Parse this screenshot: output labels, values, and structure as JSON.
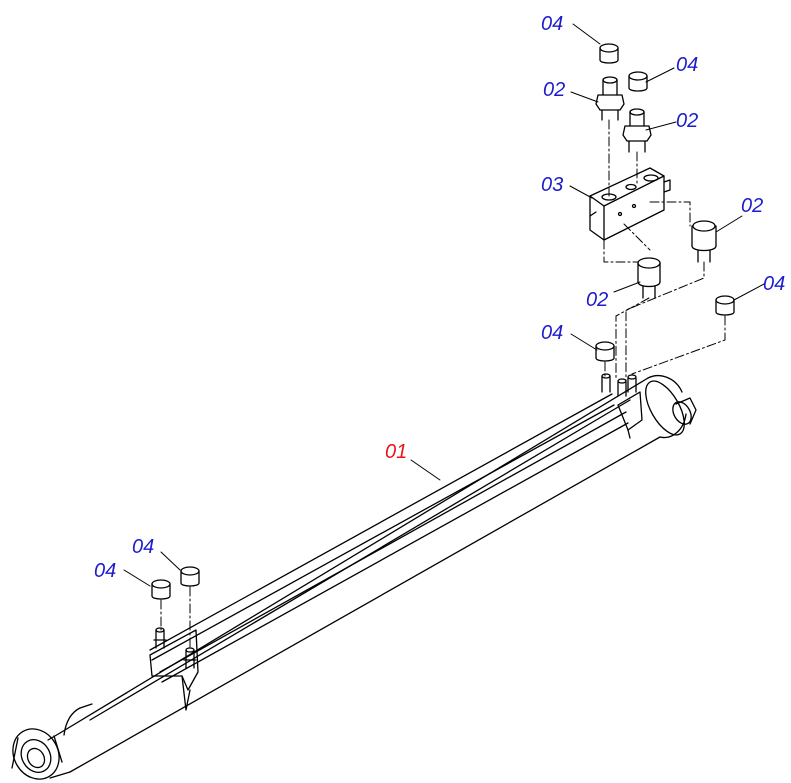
{
  "colors": {
    "callout_main": "#e8141a",
    "callout_part": "#1c1ccc",
    "line_art": "#000000",
    "background": "#ffffff"
  },
  "callouts": [
    {
      "id": "c-01",
      "text": "01",
      "kind": "main"
    },
    {
      "id": "c-02a",
      "text": "02",
      "kind": "part"
    },
    {
      "id": "c-02b",
      "text": "02",
      "kind": "part"
    },
    {
      "id": "c-02c",
      "text": "02",
      "kind": "part"
    },
    {
      "id": "c-02d",
      "text": "02",
      "kind": "part"
    },
    {
      "id": "c-03",
      "text": "03",
      "kind": "part"
    },
    {
      "id": "c-04a",
      "text": "04",
      "kind": "part"
    },
    {
      "id": "c-04b",
      "text": "04",
      "kind": "part"
    },
    {
      "id": "c-04c",
      "text": "04",
      "kind": "part"
    },
    {
      "id": "c-04d",
      "text": "04",
      "kind": "part"
    },
    {
      "id": "c-04e",
      "text": "04",
      "kind": "part"
    },
    {
      "id": "c-04f",
      "text": "04",
      "kind": "part"
    }
  ]
}
